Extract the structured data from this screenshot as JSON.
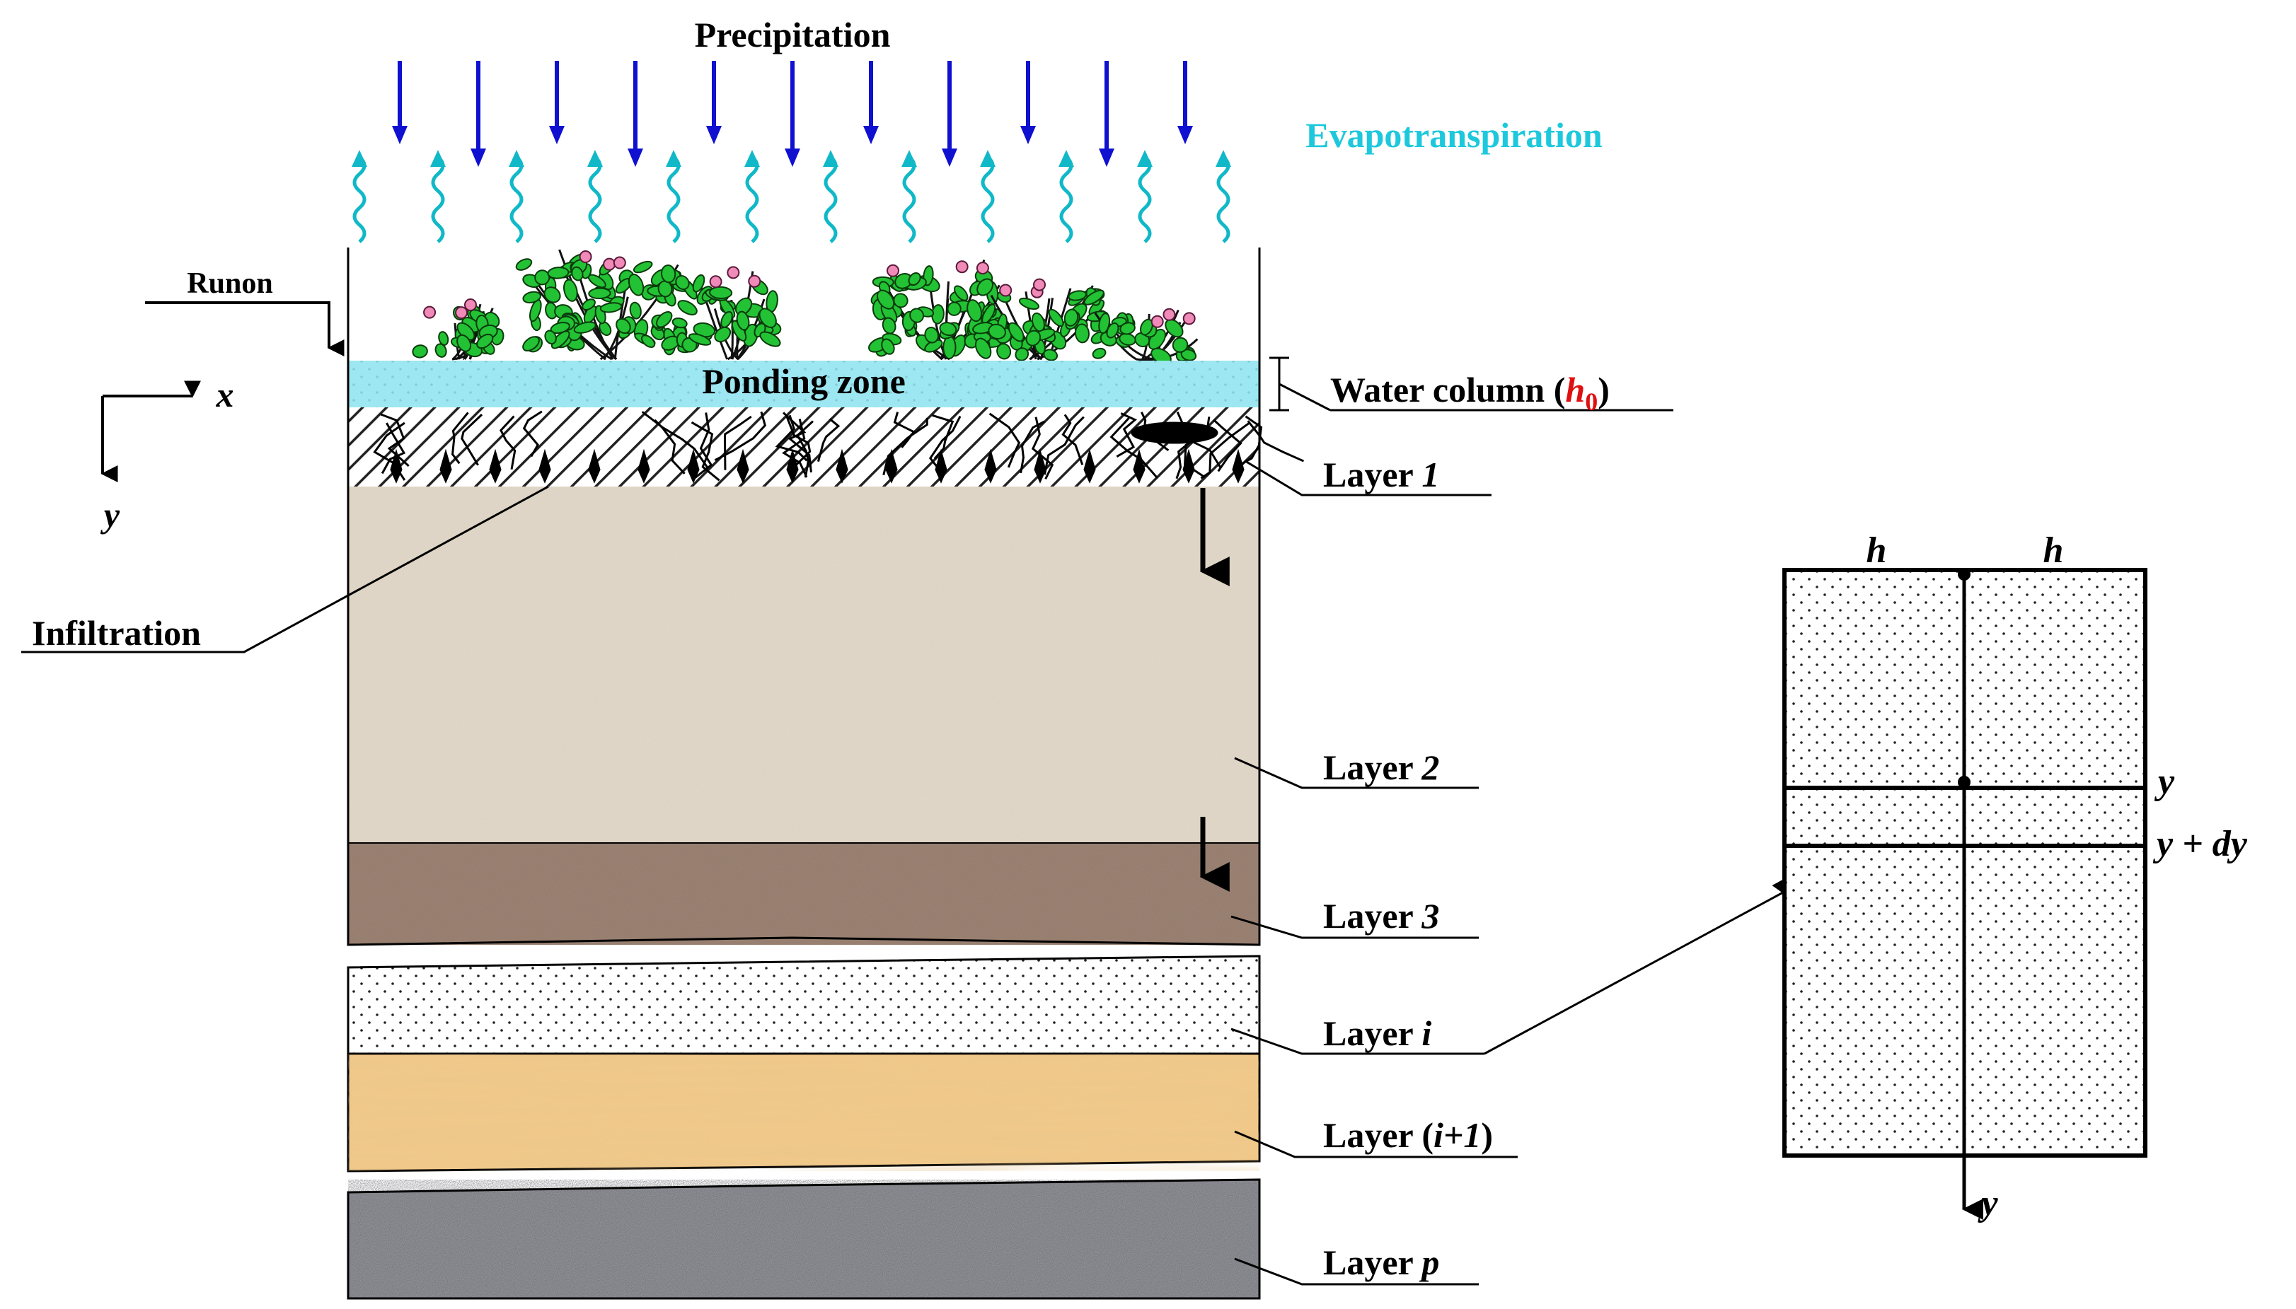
{
  "precipitation": "Precipitation",
  "evapotranspiration": "Evapotranspiration",
  "runon": "Runon",
  "ponding_zone": "Ponding zone",
  "water_column": {
    "text": "Water column (",
    "symbol": "h",
    "subscript": "0",
    "close": ")"
  },
  "axes": {
    "x": "x",
    "y": "y"
  },
  "infiltration": "Infiltration",
  "layers": [
    {
      "prefix": "Layer ",
      "index": "1",
      "suffix": ""
    },
    {
      "prefix": "Layer ",
      "index": "2",
      "suffix": ""
    },
    {
      "prefix": "Layer ",
      "index": "3",
      "suffix": ""
    },
    {
      "prefix": "Layer ",
      "index": "i",
      "suffix": ""
    },
    {
      "prefix": "Layer (",
      "index": "i+1",
      "suffix": ")"
    },
    {
      "prefix": "Layer ",
      "index": "p",
      "suffix": ""
    }
  ],
  "element": {
    "h_left": "h",
    "h_right": "h",
    "y_top": "y",
    "y_bottom": "y + dy",
    "axis_y": "y"
  },
  "colors": {
    "precip_arrow": "#1010d0",
    "evap_arrow": "#10b8c8",
    "evap_text": "#1ec8dc",
    "ponding": "#8fe4f0",
    "h0_symbol": "#e01010",
    "layer2": "#ddd3c3",
    "layer3": "#9c8272",
    "layer_i1": "#f0c98a",
    "layer_p": "#8f9096",
    "foliage": "#22c234"
  }
}
